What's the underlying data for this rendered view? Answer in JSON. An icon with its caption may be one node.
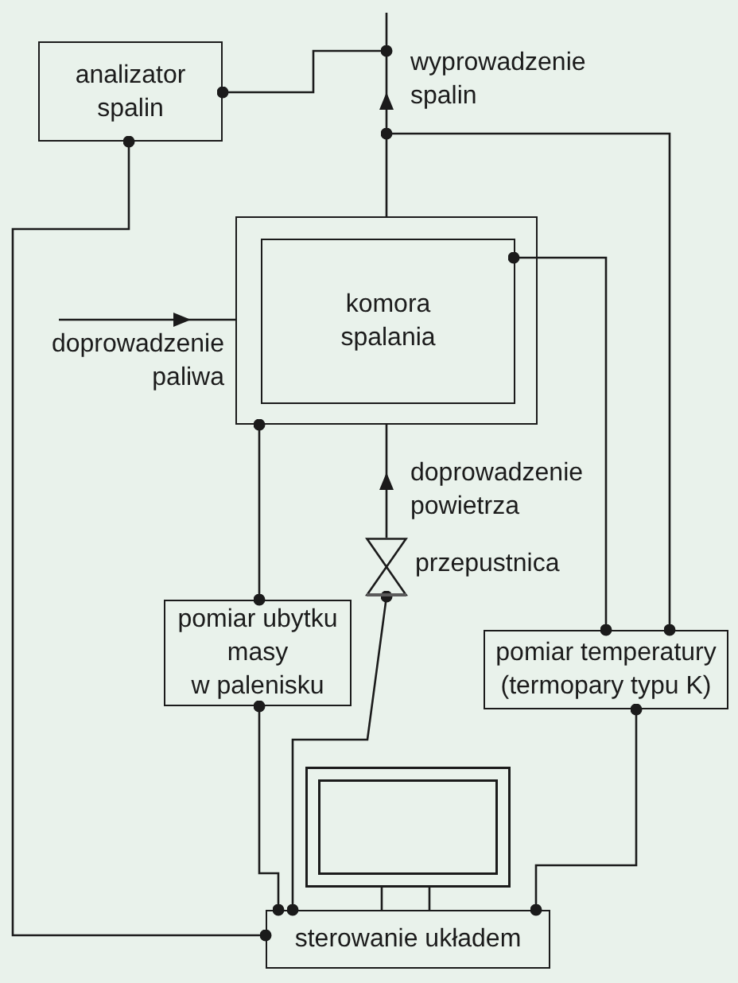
{
  "diagram": {
    "nodes": [
      {
        "text": [
          "analizator spalin"
        ]
      },
      {
        "text": [],
        "shape": "box"
      },
      {
        "text": [
          "komora spalania"
        ],
        "in": 1
      },
      {
        "text": [],
        "shape": "valve",
        "beside": [
          "przepustnica"
        ]
      },
      {
        "text": [
          "pomiar ubytku masy w palenisku"
        ]
      },
      {
        "text": [
          "pomiar temperatury (termopary typu K)"
        ]
      },
      {
        "text": [],
        "shape": "picture"
      },
      {
        "text": [
          "sterowanie układem"
        ]
      }
    ],
    "edges": [
      {
        "from": 1,
        "to": null,
        "arrow": "to",
        "label": "wyprowadzenie spalin"
      },
      {
        "from": 0,
        "to": null,
        "arrow": "other"
      },
      {
        "from": null,
        "to": 1,
        "arrow": "to",
        "label": "doprowadzenie paliwa"
      },
      {
        "from": 2,
        "to": 5,
        "arrow": "other"
      },
      {
        "from": null,
        "to": 5,
        "arrow": "other"
      },
      {
        "from": 1,
        "to": 4,
        "arrow": "other"
      },
      {
        "from": 3,
        "to": 1,
        "arrow": "to",
        "label": "doprowadzenie powietrza"
      },
      {
        "from": 0,
        "to": 7,
        "arrow": "other"
      },
      {
        "from": 4,
        "to": 7,
        "arrow": "other"
      },
      {
        "from": 3,
        "to": 7,
        "arrow": "other"
      },
      {
        "from": 5,
        "to": 7,
        "arrow": "other"
      },
      {
        "from": 6,
        "to": 7,
        "arrow": "none"
      }
    ]
  }
}
